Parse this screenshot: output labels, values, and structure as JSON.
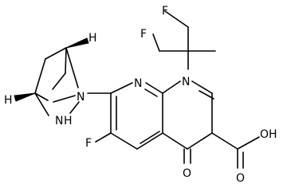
{
  "molecule": {
    "labels": {
      "F_top": "F",
      "F_left": "F",
      "N_ring": "N",
      "N_pyridine": "N",
      "N_bridge": "N",
      "NH": "N",
      "H_nh": "H",
      "H_upper": "H",
      "H_lower": "H",
      "F_ring": "F",
      "O_keto": "O",
      "O_acid": "O",
      "OH": "OH"
    }
  }
}
